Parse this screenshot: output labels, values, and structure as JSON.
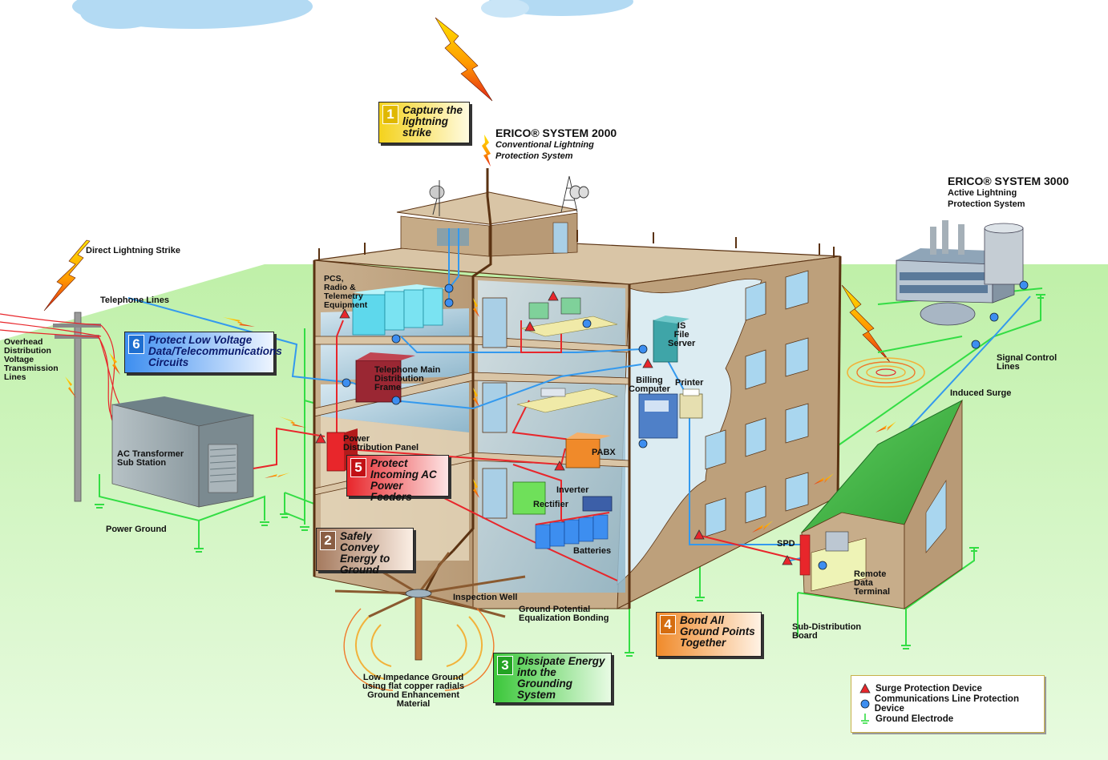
{
  "header": {
    "system2000_title": "ERICO® SYSTEM 2000",
    "system2000_sub1": "Conventional Lightning",
    "system2000_sub2": "Protection System",
    "system3000_title": "ERICO® SYSTEM 3000",
    "system3000_sub1": "Active Lightning",
    "system3000_sub2": "Protection System"
  },
  "steps": [
    {
      "num": "1",
      "text": "Capture the\nlightning\nstrike",
      "color": "#f4d21c"
    },
    {
      "num": "2",
      "text": "Safely Convey\nEnergy to\nGround",
      "color": "#a57a5e"
    },
    {
      "num": "3",
      "text": "Dissipate Energy\ninto the\nGrounding\nSystem",
      "color": "#3bc73a"
    },
    {
      "num": "4",
      "text": "Bond All\nGround Points\nTogether",
      "color": "#f08a2a"
    },
    {
      "num": "5",
      "text": "Protect\nIncoming AC\nPower Feeders",
      "color": "#e8262b"
    },
    {
      "num": "6",
      "text": "Protect Low Voltage\nData/Telecommunications\nCircuits",
      "color": "#3d8ef0"
    }
  ],
  "labels": {
    "direct_strike": "Direct Lightning Strike",
    "telephone_lines": "Telephone Lines",
    "overhead": "Overhead\nDistribution\nVoltage\nTransmission\nLines",
    "ac_transformer": "AC Transformer\nSub Station",
    "power_ground": "Power Ground",
    "pcs": "PCS,\nRadio &\nTelemetry\nEquipment",
    "telephone_frame": "Telephone Main\nDistribution\nFrame",
    "power_panel": "Power\nDistribution Panel",
    "is_server": "IS\nFile\nServer",
    "billing": "Billing\nComputer",
    "printer": "Printer",
    "pabx": "PABX",
    "inverter": "Inverter",
    "rectifier": "Rectifier",
    "batteries": "Batteries",
    "inspection_well": "Inspection Well",
    "ground_potential": "Ground Potential\nEqualization Bonding",
    "low_impedance": "Low Impedance Ground\nusing flat copper radials\nGround Enhancement\nMaterial",
    "signal_control": "Signal Control\nLines",
    "induced_surge": "Induced Surge",
    "spd": "SPD",
    "remote_terminal": "Remote\nData\nTerminal",
    "sub_distribution": "Sub-Distribution\nBoard"
  },
  "legend": {
    "surge_device": "Surge Protection Device",
    "comm_device": "Communications Line Protection Device",
    "ground_electrode": "Ground Electrode"
  },
  "colors": {
    "ground_line": "#33dd44",
    "comm_line": "#3399ee",
    "power_line": "#e8262b",
    "conductor": "#5a3212",
    "grass": "#c8f0b8",
    "sky_cloud": "#a9d6f2"
  }
}
